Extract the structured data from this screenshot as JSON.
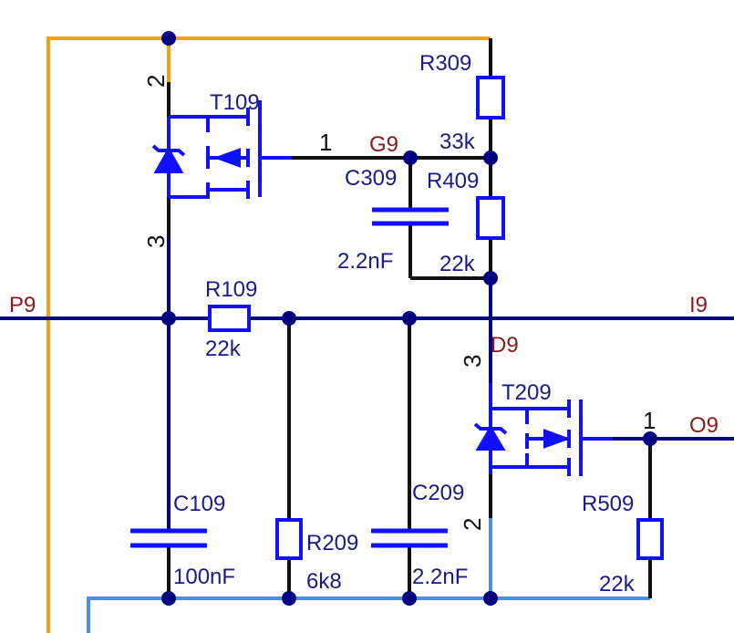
{
  "colors": {
    "wire_dark_blue": "#000080",
    "wire_black": "#111111",
    "wire_orange": "#f5a010",
    "wire_light_blue": "#4a90e2",
    "component_blue": "#1010ff",
    "ref_text": "#1a1a8a",
    "net_text": "#8b1a1a"
  },
  "nets": {
    "p9": "P9",
    "i9": "I9",
    "g9": "G9",
    "d9": "D9",
    "o9": "O9"
  },
  "components": {
    "t109": {
      "ref": "T109",
      "pin_gate": "1",
      "pin_top": "2",
      "pin_bottom": "3"
    },
    "t209": {
      "ref": "T209",
      "pin_gate": "1",
      "pin_top": "3",
      "pin_bottom": "2"
    },
    "r309": {
      "ref": "R309",
      "value": "33k"
    },
    "r409": {
      "ref": "R409",
      "value": "22k"
    },
    "c309": {
      "ref": "C309",
      "value": "2.2nF"
    },
    "r109": {
      "ref": "R109",
      "value": "22k"
    },
    "c109": {
      "ref": "C109",
      "value": "100nF"
    },
    "r209": {
      "ref": "R209",
      "value": "6k8"
    },
    "c209": {
      "ref": "C209",
      "value": "2.2nF"
    },
    "r509": {
      "ref": "R509",
      "value": "22k"
    }
  }
}
